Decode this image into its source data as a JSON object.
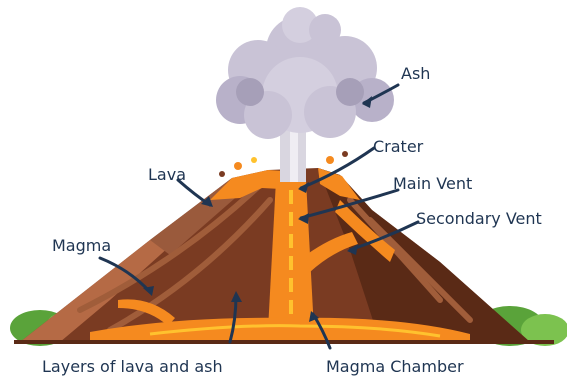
{
  "diagram": {
    "labels": {
      "ash": "Ash",
      "crater": "Crater",
      "lava": "Lava",
      "main_vent": "Main Vent",
      "secondary_vent": "Secondary Vent",
      "magma": "Magma",
      "layers": "Layers of lava and ash",
      "magma_chamber": "Magma Chamber"
    },
    "colors": {
      "label_text": "#1f3552",
      "arrow": "#1f3552",
      "smoke": "#c9c3d6",
      "smoke_shadow": "#a69fb8",
      "mountain": "#7a3b22",
      "mountain_dark": "#5a2a16",
      "layer": "#9a5a3c",
      "lava": "#f58a1f",
      "lava_bright": "#ffc22e",
      "grass": "#5aa33a"
    }
  }
}
